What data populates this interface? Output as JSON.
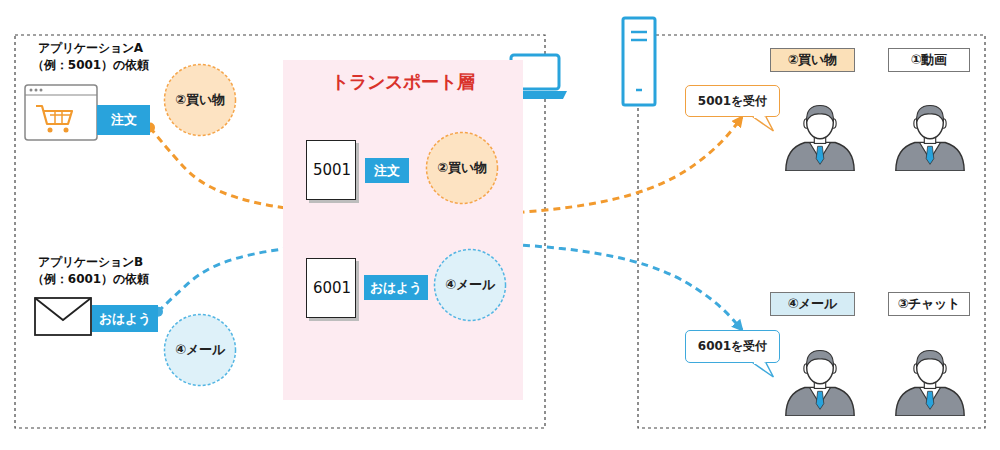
{
  "diagram": {
    "nodes": [
      {
        "text": [
          "注文"
        ]
      },
      {
        "text": [
          "②買い物"
        ]
      },
      {
        "text": [
          "トランスポート層"
        ]
      },
      {
        "text": [
          "5001"
        ],
        "in": 2
      },
      {
        "text": [
          "注文"
        ],
        "in": 2
      },
      {
        "text": [
          "②買い物"
        ],
        "in": 2
      },
      {
        "text": [
          "6001"
        ],
        "in": 2
      },
      {
        "text": [
          "おはよう"
        ],
        "in": 2
      },
      {
        "text": [
          "④メール"
        ],
        "in": 2
      },
      {
        "text": [
          "おはよう"
        ]
      },
      {
        "text": [
          "④メール"
        ]
      },
      {
        "text": [
          "②買い物"
        ]
      },
      {
        "text": [
          "①動画"
        ]
      },
      {
        "text": [
          "5001を受付"
        ]
      },
      {
        "text": [
          "④メール"
        ]
      },
      {
        "text": [
          "③チャット"
        ]
      },
      {
        "text": [
          "6001を受付"
        ]
      }
    ],
    "edges": [
      {
        "from": 0,
        "to": 13,
        "arrow": "to"
      },
      {
        "from": 9,
        "to": 16,
        "arrow": "to"
      }
    ],
    "labels": [
      "アプリケーションA （例：5001）の依頼",
      "アプリケーションB （例：6001）の依頼"
    ]
  }
}
